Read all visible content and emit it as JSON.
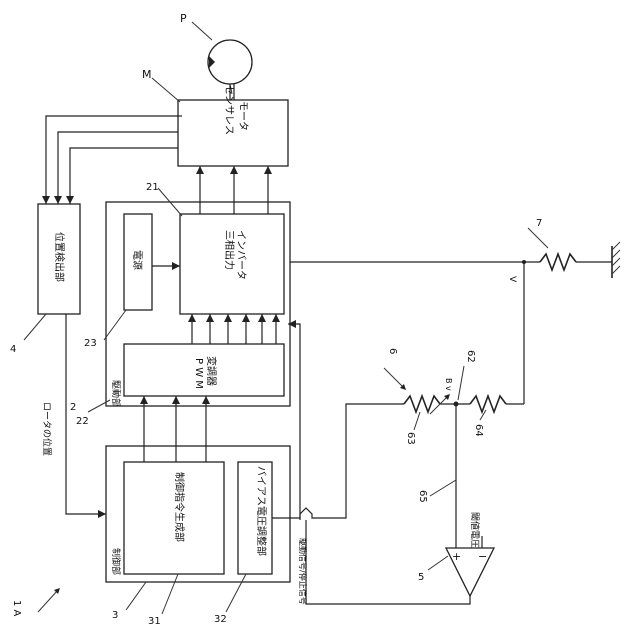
{
  "labels": {
    "fig": "1 A",
    "motor_ref": "M",
    "pump_ref": "P",
    "inverter_ref": "21",
    "power_ref": "23",
    "pwm_ref": "22",
    "drive_ref": "2",
    "control_ref": "3",
    "cmd_ref": "31",
    "bias_ref": "32",
    "detector_ref": "4",
    "comparator_ref": "5",
    "divider_ref": "6",
    "node_ref": "62",
    "r63_ref": "63",
    "r64_ref": "64",
    "line65_ref": "65",
    "r7_ref": "7",
    "v_label": "V",
    "bv_label": "B v",
    "plus": "+",
    "minus": "−"
  },
  "blocks": {
    "motor": "センサレス\nモータ",
    "inverter": "三相出力\nインバータ",
    "power": "電源",
    "pwm": "P W M\n変調器",
    "drive_label": "駆動部",
    "control_label": "制御部",
    "cmd_gen": "制御指令生成部",
    "bias": "バイアス電圧調整部",
    "detector": "位置検出部"
  },
  "signals": {
    "rotor_position": "ロータの位置",
    "drive_stop": "駆動信号/停止信号",
    "threshold": "閾値電圧"
  }
}
